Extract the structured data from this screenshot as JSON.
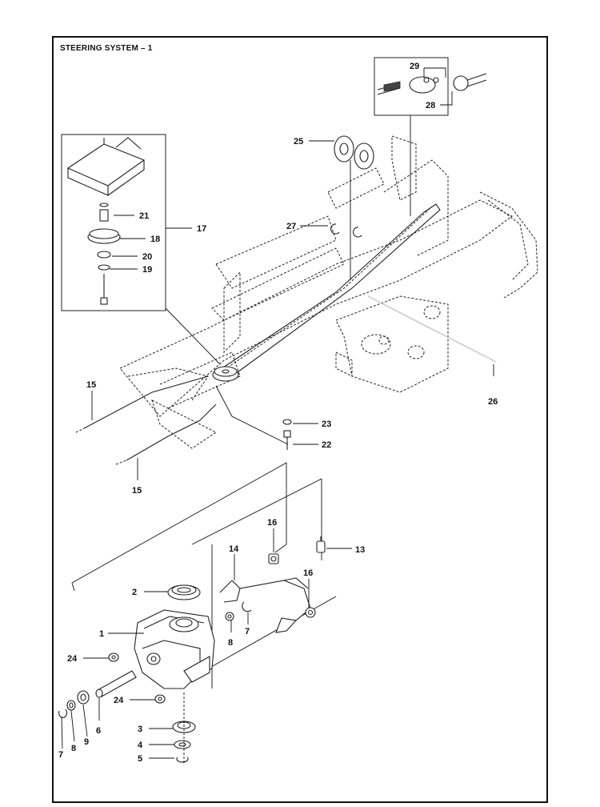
{
  "title": "STEERING SYSTEM – 1",
  "callouts": [
    {
      "id": "c29",
      "label": "29"
    },
    {
      "id": "c28",
      "label": "28"
    },
    {
      "id": "c25",
      "label": "25"
    },
    {
      "id": "c27",
      "label": "27"
    },
    {
      "id": "c21",
      "label": "21"
    },
    {
      "id": "c17",
      "label": "17"
    },
    {
      "id": "c18",
      "label": "18"
    },
    {
      "id": "c20",
      "label": "20"
    },
    {
      "id": "c19",
      "label": "19"
    },
    {
      "id": "c15a",
      "label": "15"
    },
    {
      "id": "c26",
      "label": "26"
    },
    {
      "id": "c23",
      "label": "23"
    },
    {
      "id": "c22",
      "label": "22"
    },
    {
      "id": "c15b",
      "label": "15"
    },
    {
      "id": "c16a",
      "label": "16"
    },
    {
      "id": "c13",
      "label": "13"
    },
    {
      "id": "c14",
      "label": "14"
    },
    {
      "id": "c2",
      "label": "2"
    },
    {
      "id": "c16b",
      "label": "16"
    },
    {
      "id": "c1",
      "label": "1"
    },
    {
      "id": "c8a",
      "label": "8"
    },
    {
      "id": "c7a",
      "label": "7"
    },
    {
      "id": "c24a",
      "label": "24"
    },
    {
      "id": "c24b",
      "label": "24"
    },
    {
      "id": "c6",
      "label": "6"
    },
    {
      "id": "c9",
      "label": "9"
    },
    {
      "id": "c8b",
      "label": "8"
    },
    {
      "id": "c7b",
      "label": "7"
    },
    {
      "id": "c3",
      "label": "3"
    },
    {
      "id": "c4",
      "label": "4"
    },
    {
      "id": "c5",
      "label": "5"
    }
  ]
}
